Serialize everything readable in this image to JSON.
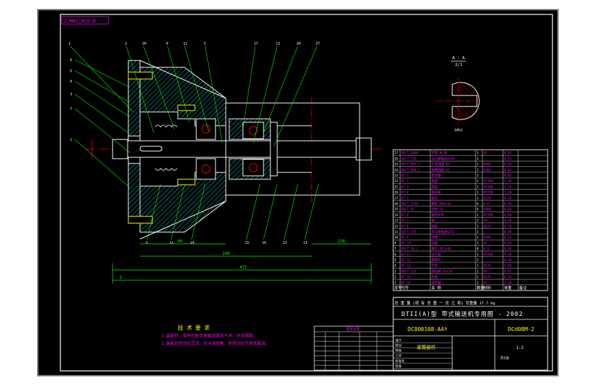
{
  "drawing": {
    "code_box": "Z-MH1|0C0 8",
    "section_label": "A - A",
    "section_scale": "2/1",
    "section_width": "18h2",
    "dimensions": {
      "overall": "472",
      "left": "240",
      "right": "238",
      "small": "96",
      "lower_left": "5"
    },
    "callouts_top": [
      "1",
      "2",
      "10",
      "9",
      "12",
      "5",
      "17",
      "13",
      "20",
      "27"
    ],
    "callouts_left": [
      "6",
      "5",
      "4",
      "3",
      "7",
      "1"
    ],
    "callouts_bottom": [
      "3",
      "11",
      "14",
      "15",
      "16",
      "23",
      "21"
    ]
  },
  "tech_requirements": {
    "title": "技 术 要 求",
    "lines": [
      "1.装配前，零件的配合表面须清洗干净，涂润滑脂。",
      "2.装配后转动应灵活，无卡滞现象；各密封处不得渗漏油。"
    ]
  },
  "revision_table": {
    "title": "更改记录",
    "rows": [
      "",
      "",
      "",
      "",
      "",
      "",
      ""
    ]
  },
  "parts_list": {
    "rows": [
      {
        "no": "27",
        "code": "GB/T 1096",
        "name": "平键 8×36",
        "qty": "1",
        "mat": "45",
        "wt": "0.02",
        "note": ""
      },
      {
        "no": "26",
        "code": "GB/T 276",
        "name": "深沟球轴承6209",
        "qty": "2",
        "mat": "",
        "wt": "0.41",
        "note": ""
      },
      {
        "no": "25",
        "code": "GB/T 893.1",
        "name": "孔用挡圈 85",
        "qty": "1",
        "mat": "65Mn",
        "wt": "0.02",
        "note": ""
      },
      {
        "no": "24",
        "code": "GB/T 894.1",
        "name": "轴用挡圈 45",
        "qty": "2",
        "mat": "65Mn",
        "wt": "0.01",
        "note": ""
      },
      {
        "no": "23",
        "code": "DT-1",
        "name": "密封圈",
        "qty": "2",
        "mat": "",
        "wt": "0.03",
        "note": ""
      },
      {
        "no": "22",
        "code": "DT-2",
        "name": "端盖",
        "qty": "1",
        "mat": "HT200",
        "wt": "1.20",
        "note": ""
      },
      {
        "no": "21",
        "code": "DT-3",
        "name": "透盖",
        "qty": "1",
        "mat": "HT200",
        "wt": "1.15",
        "note": ""
      },
      {
        "no": "20",
        "code": "DT-4",
        "name": "轴承座",
        "qty": "1",
        "mat": "HT200",
        "wt": "3.60",
        "note": ""
      },
      {
        "no": "17",
        "code": "DT-5",
        "name": "套筒",
        "qty": "1",
        "mat": "Q235",
        "wt": "0.35",
        "note": ""
      },
      {
        "no": "16",
        "code": "GB/T 5783",
        "name": "螺栓 M10×30",
        "qty": "6",
        "mat": "8.8",
        "wt": "0.03",
        "note": ""
      },
      {
        "no": "15",
        "code": "GB/T 93",
        "name": "垫圈 10",
        "qty": "6",
        "mat": "65Mn",
        "wt": "0.01",
        "note": ""
      },
      {
        "no": "14",
        "code": "DT-6",
        "name": "锥形外壳",
        "qty": "1",
        "mat": "HT200",
        "wt": "6.80",
        "note": ""
      },
      {
        "no": "13",
        "code": "DT-7",
        "name": "轴",
        "qty": "1",
        "mat": "45",
        "wt": "4.20",
        "note": ""
      },
      {
        "no": "12",
        "code": "DT-8",
        "name": "隔套",
        "qty": "1",
        "mat": "Q235",
        "wt": "0.18",
        "note": ""
      },
      {
        "no": "11",
        "code": "GB/T 276",
        "name": "深沟球轴承6212",
        "qty": "2",
        "mat": "",
        "wt": "0.80",
        "note": ""
      },
      {
        "no": "10",
        "code": "DT-9",
        "name": "弹簧",
        "qty": "1",
        "mat": "65Mn",
        "wt": "0.12",
        "note": ""
      },
      {
        "no": "9",
        "code": "DT-10",
        "name": "压盘",
        "qty": "1",
        "mat": "45",
        "wt": "0.95",
        "note": ""
      },
      {
        "no": "7",
        "code": "GB/T 70.1",
        "name": "螺钉 M12×40",
        "qty": "8",
        "mat": "8.8",
        "wt": "0.05",
        "note": ""
      },
      {
        "no": "6",
        "code": "DT-11",
        "name": "法兰盘",
        "qty": "1",
        "mat": "HT200",
        "wt": "5.10",
        "note": ""
      },
      {
        "no": "5",
        "code": "DT-12",
        "name": "摩擦片",
        "qty": "2",
        "mat": "",
        "wt": "0.30",
        "note": ""
      },
      {
        "no": "4",
        "code": "DT-13",
        "name": "外套",
        "qty": "1",
        "mat": "Q235",
        "wt": "1.60",
        "note": ""
      },
      {
        "no": "3",
        "code": "GB/T 119",
        "name": "圆柱销 10×30",
        "qty": "2",
        "mat": "45",
        "wt": "0.02",
        "note": ""
      },
      {
        "no": "2",
        "code": "DT-14",
        "name": "挡板",
        "qty": "1",
        "mat": "Q235",
        "wt": "0.25",
        "note": ""
      },
      {
        "no": "1",
        "code": "DT-15",
        "name": "滚筒轴",
        "qty": "1",
        "mat": "45",
        "wt": "2.40",
        "note": ""
      }
    ],
    "header": {
      "no": "序号",
      "code": "代号",
      "name": "名  称",
      "qty": "数量",
      "mat": "材料",
      "wt": "单重",
      "note": "备注"
    }
  },
  "title_block": {
    "summary": "总 重 量   (现 有 总 重 一 览 之 和)   总重量  17.7 kg",
    "project": "DTII(A)型 带式输送机专用图 - 2002",
    "drawing_no": "DC800108-A4ª",
    "sheet": "DCd08M-2",
    "part_name": "滚筒部件",
    "scale": "1:2",
    "sheets": "共1张",
    "side_labels": [
      "设计",
      "校对",
      "审核",
      "工艺",
      "标准化",
      "批准"
    ]
  }
}
